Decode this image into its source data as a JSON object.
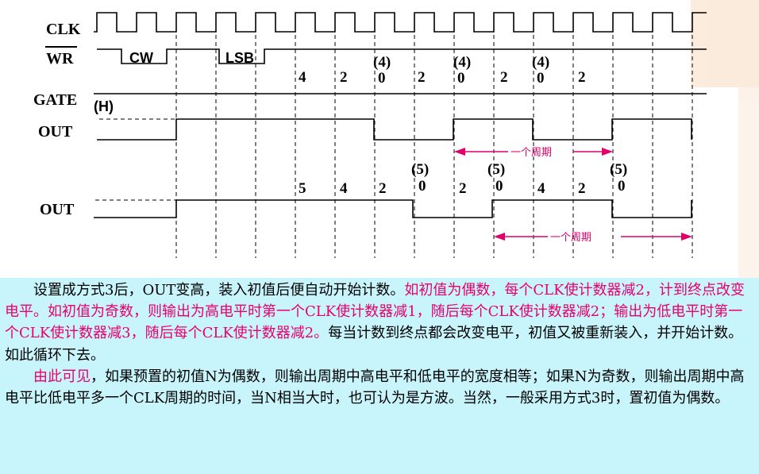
{
  "diagram": {
    "signals": {
      "clk": "CLK",
      "wr": "WR",
      "gate": "GATE",
      "gate_state": "(H)",
      "out_even": "OUT",
      "out_odd": "OUT"
    },
    "wr_boxes": {
      "cw": "CW",
      "lsb": "LSB"
    },
    "even_counts": [
      "4",
      "2",
      "(4)",
      "0",
      "2",
      "(4)",
      "0",
      "2",
      "(4)",
      "0",
      "2"
    ],
    "odd_counts": [
      "5",
      "4",
      "2",
      "(5)",
      "0",
      "2",
      "(5)",
      "0",
      "4",
      "2",
      "(5)",
      "0"
    ],
    "period_label_1": "一个周期",
    "period_label_2": "一个周期",
    "colors": {
      "line": "#000000",
      "accent": "#e0006a",
      "panel": "#c8f4fc"
    }
  },
  "description": {
    "p1_a": "设置成方式3后，OUT变高，装入初值后便自动开始计数。",
    "p1_b": "如初值为偶数，每个CLK使计数器减2，计到终点改变电平。如初值为奇数，则输出为高电平时第一个CLK使计数器减1，随后每个CLK使计数器减2；输出为低电平时第一个CLK使计数器减3，随后每个CLK使计数器减2。",
    "p1_c": "每当计数到终点都会改变电平，初值又被重新装入，并开始计数。如此循环下去。",
    "p2_a": "由此可见",
    "p2_b": "，如果预置的初值N为偶数，则输出周期中高电平和低电平的宽度相等；如果N为奇数，则输出周期中高电平比低电平多一个CLK周期的时间，当N相当大时，也可认为是方波。当然，一般采用方式3时，置初值为偶数。"
  }
}
